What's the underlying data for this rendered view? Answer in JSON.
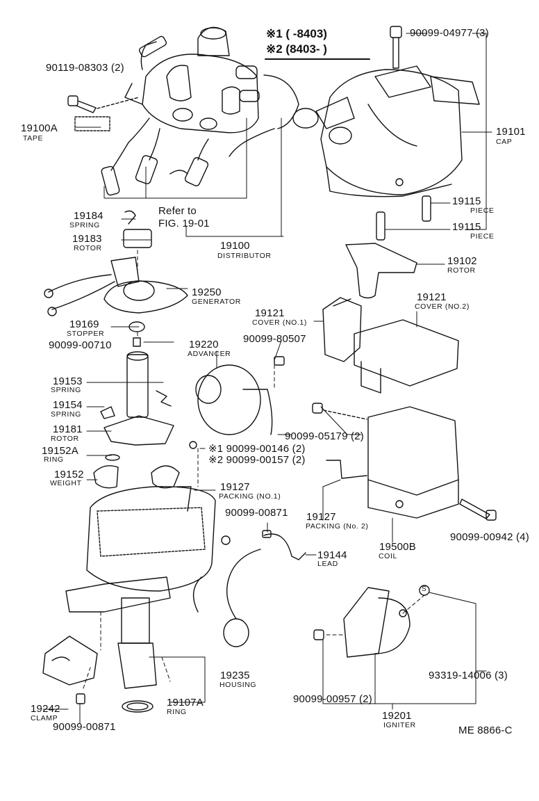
{
  "header": {
    "line1": "※1 (      -8403)",
    "line2": "※2 (8403-      )"
  },
  "labels": {
    "p90099_04977": "90099-04977 (3)",
    "p90119_08303": "90119-08303 (2)",
    "p19100A": "19100A",
    "tape": "TAPE",
    "p19101": "19101",
    "cap": "CAP",
    "refer": "Refer to",
    "fig": "FIG. 19-01",
    "p19184": "19184",
    "spring1": "SPRING",
    "p19183": "19183",
    "rotor1": "ROTOR",
    "p19100": "19100",
    "distributor": "DISTRIBUTOR",
    "p19115a": "19115",
    "piece_a": "PIECE",
    "p19115b": "19115",
    "piece_b": "PIECE",
    "p19102": "19102",
    "rotor2": "ROTOR",
    "p19250": "19250",
    "generator": "GENERATOR",
    "p19121a": "19121",
    "cover1": "COVER (NO.1)",
    "p19121b": "19121",
    "cover2": "COVER (NO.2)",
    "p19169": "19169",
    "stopper": "STOPPER",
    "p90099_00710": "90099-00710",
    "p19220": "19220",
    "advancer": "ADVANCER",
    "p90099_80507": "90099-80507",
    "p19153": "19153",
    "spring2": "SPRING",
    "p19154": "19154",
    "spring3": "SPRING",
    "p19181": "19181",
    "rotor3": "ROTOR",
    "p90099_05179": "90099-05179 (2)",
    "p19152A": "19152A",
    "ring1": "RING",
    "p00146": "※1 90099-00146 (2)",
    "p00157": "※2 90099-00157 (2)",
    "p19152": "19152",
    "weight": "WEIGHT",
    "p19127a": "19127",
    "packing1": "PACKING (NO.1)",
    "p90099_00871a": "90099-00871",
    "p19127b": "19127",
    "packing2": "PACKING (No. 2)",
    "p19500B": "19500B",
    "coil": "COIL",
    "p90099_00942": "90099-00942 (4)",
    "p19144": "19144",
    "lead": "LEAD",
    "s_mark": "S",
    "p93319_14006": "93319-14006 (3)",
    "p19235": "19235",
    "housing": "HOUSING",
    "p19242": "19242",
    "clamp": "CLAMP",
    "p19107A": "19107A",
    "ring2": "RING",
    "p90099_00871b": "90099-00871",
    "p90099_00957": "90099-00957 (2)",
    "p19201": "19201",
    "igniter": "IGNITER",
    "code": "ME  8866-C"
  }
}
